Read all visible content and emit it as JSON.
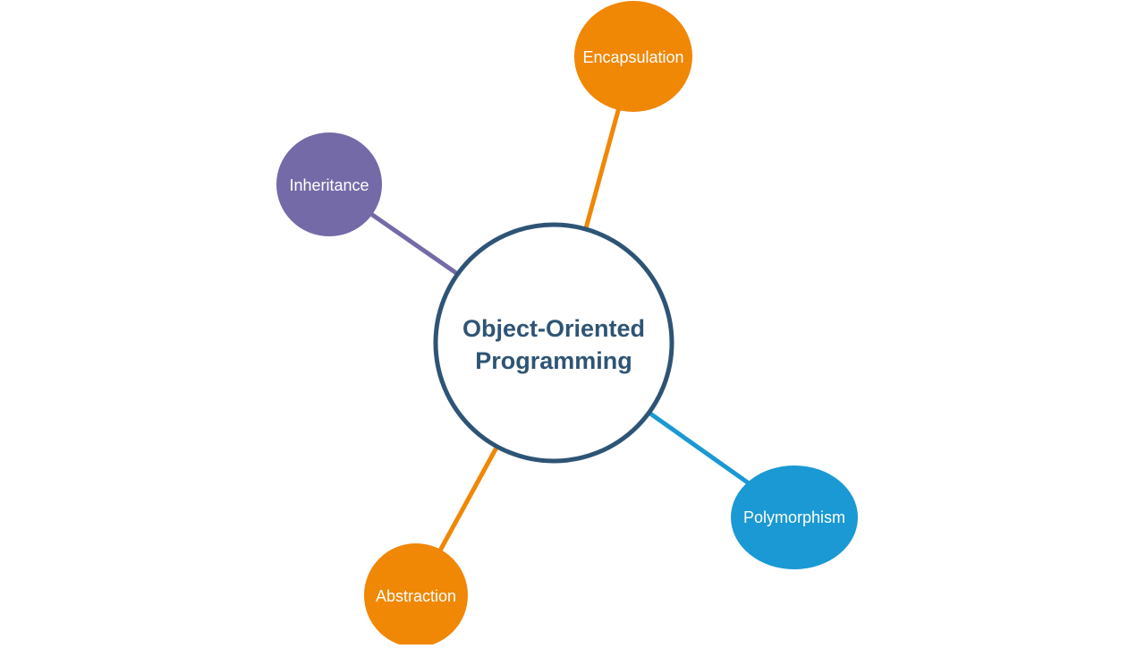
{
  "center": {
    "line1": "Object-Oriented",
    "line2": "Programming",
    "border_color": "#2e5475",
    "text_color": "#2e5475",
    "fill": "#ffffff"
  },
  "nodes": [
    {
      "id": "encapsulation",
      "label": "Encapsulation",
      "color": "#f08705"
    },
    {
      "id": "inheritance",
      "label": "Inheritance",
      "color": "#756aa8"
    },
    {
      "id": "polymorphism",
      "label": "Polymorphism",
      "color": "#1a99d4"
    },
    {
      "id": "abstraction",
      "label": "Abstraction",
      "color": "#f08705"
    }
  ]
}
